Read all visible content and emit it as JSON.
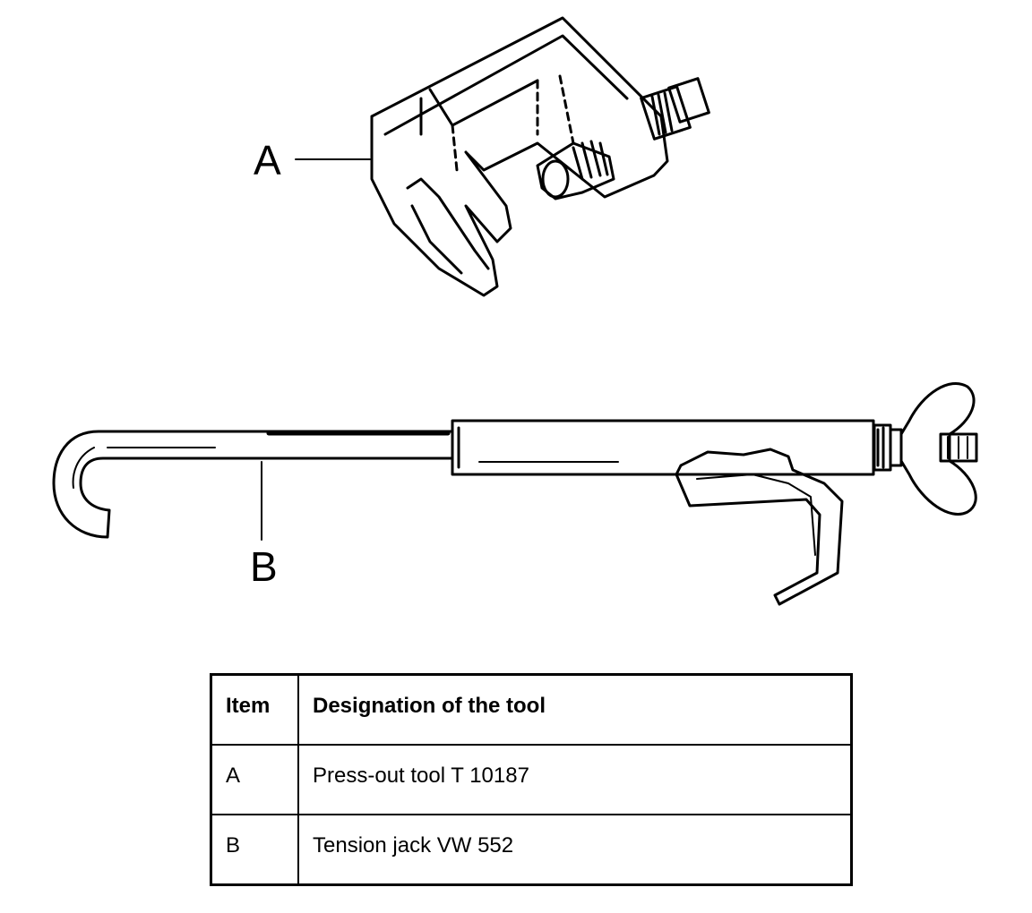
{
  "figure": {
    "callouts": [
      {
        "id": "A",
        "label": "A"
      },
      {
        "id": "B",
        "label": "B"
      }
    ]
  },
  "table": {
    "headers": {
      "item": "Item",
      "designation": "Designation of the tool"
    },
    "rows": [
      {
        "item": "A",
        "designation": "Press-out tool T 10187"
      },
      {
        "item": "B",
        "designation": "Tension jack VW 552"
      }
    ]
  }
}
